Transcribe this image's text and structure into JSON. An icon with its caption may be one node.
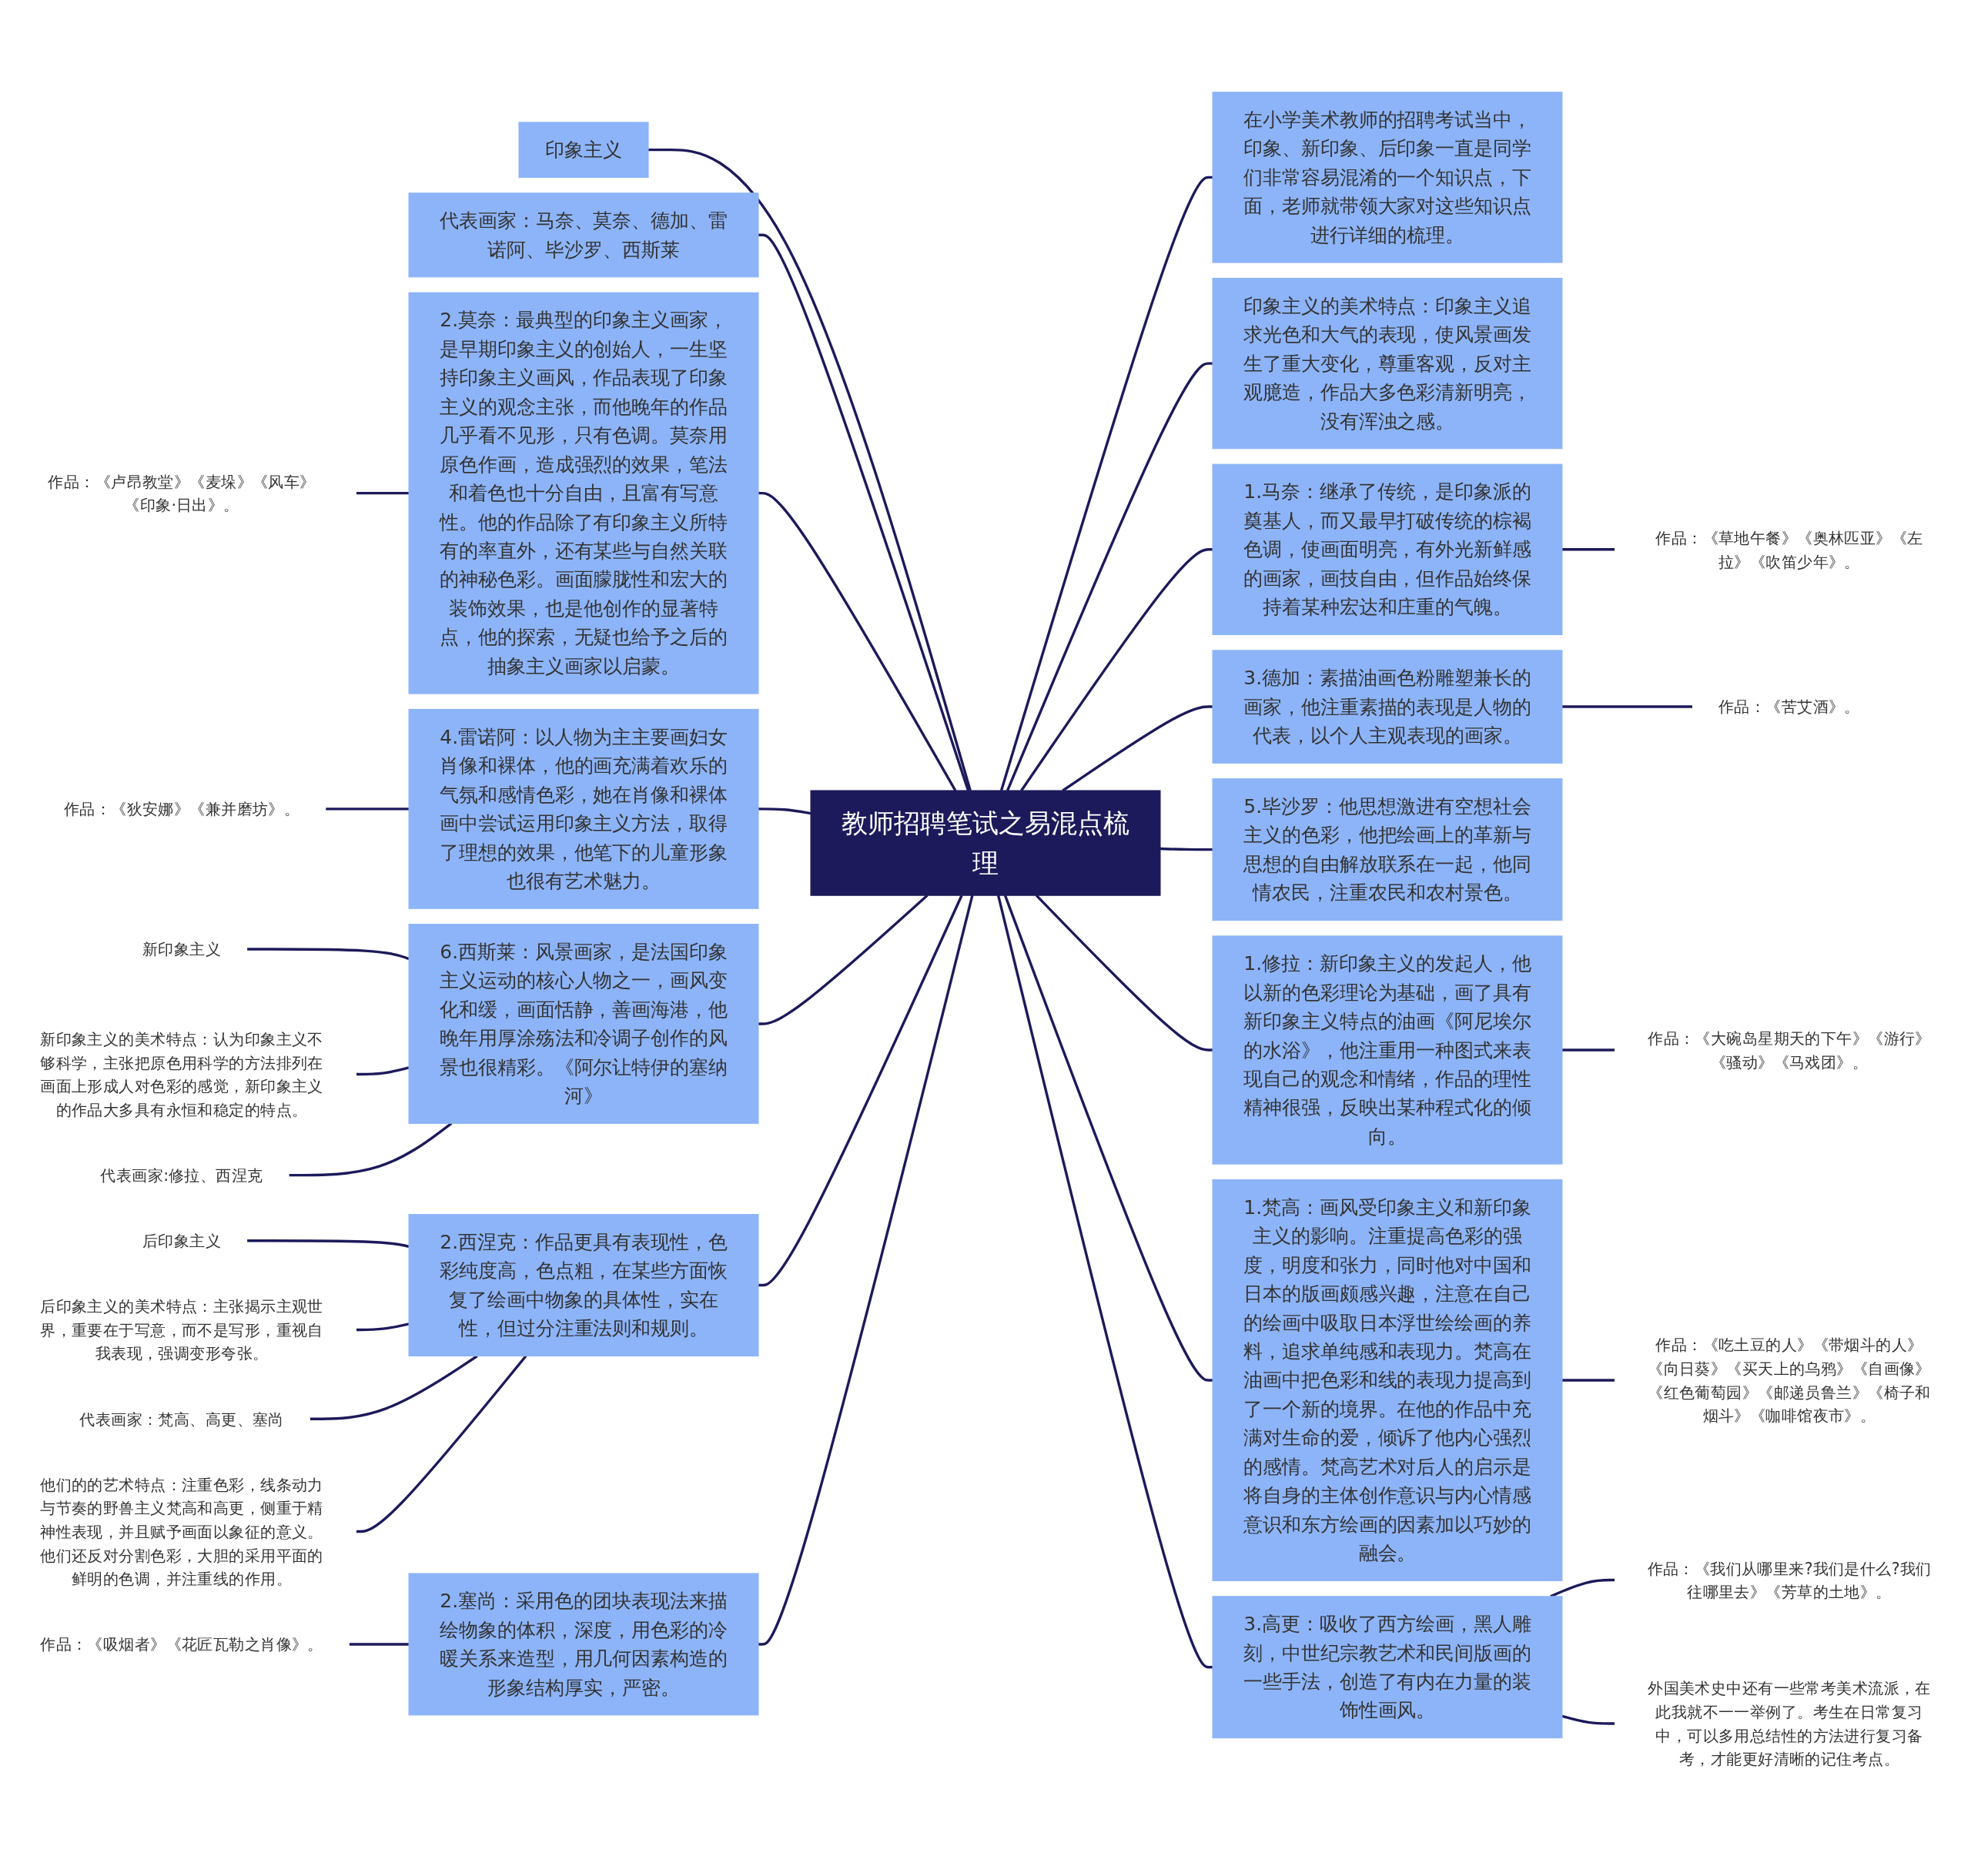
{
  "diagram": {
    "nodes": [
      {
        "text": [
          "教师招聘笔试之易混点梳理"
        ]
      },
      {
        "text": [
          "印象主义"
        ]
      },
      {
        "text": [
          "代表画家：马奈、莫奈、德加、雷诺阿、毕沙罗、西斯莱"
        ]
      },
      {
        "text": [
          "2.莫奈：最典型的印象主义画家，是早期印象主义的创始人，一生坚持印象主义画风，作品表现了印象主义的观念主张，而他晚年的作品几乎看不见形，只有色调。莫奈用原色作画，造成强烈的效果，笔法和着色也十分自由，且富有写意性。他的作品除了有印象主义所特有的率直外，还有某些与自然关联的神秘色彩。画面朦胧性和宏大的装饰效果，也是他创作的显著特点，他的探索，无疑也给予之后的抽象主义画家以启蒙。"
        ]
      },
      {
        "text": [
          "作品：《卢昂教堂》《麦垛》《风车》《印象·日出》。"
        ]
      },
      {
        "text": [
          "4.雷诺阿：以人物为主主要画妇女肖像和裸体，他的画充满着欢乐的气氛和感情色彩，她在肖像和裸体画中尝试运用印象主义方法，取得了理想的效果，他笔下的儿童形象也很有艺术魅力。"
        ]
      },
      {
        "text": [
          "作品：《狄安娜》《兼并磨坊》。"
        ]
      },
      {
        "text": [
          "6.西斯莱：风景画家，是法国印象主义运动的核心人物之一，画风变化和缓，画面恬静，善画海港，他晚年用厚涂殇法和冷调子创作的风景也很精彩。《阿尔让特伊的塞纳河》"
        ]
      },
      {
        "text": [
          "新印象主义"
        ]
      },
      {
        "text": [
          "新印象主义的美术特点：认为印象主义不够科学，主张把原色用科学的方法排列在画面上形成人对色彩的感觉，新印象主义的作品大多具有永恒和稳定的特点。"
        ]
      },
      {
        "text": [
          "代表画家:修拉、西涅克"
        ]
      },
      {
        "text": [
          "2.西涅克：作品更具有表现性，色彩纯度高，色点粗，在某些方面恢复了绘画中物象的具体性，实在性，但过分注重法则和规则。"
        ]
      },
      {
        "text": [
          "后印象主义"
        ]
      },
      {
        "text": [
          "后印象主义的美术特点：主张揭示主观世界，重要在于写意，而不是写形，重视自我表现，强调变形夸张。"
        ]
      },
      {
        "text": [
          "代表画家：梵高、高更、塞尚"
        ]
      },
      {
        "text": [
          "他们的的艺术特点：注重色彩，线条动力与节奏的野兽主义梵高和高更，侧重于精神性表现，并且赋予画面以象征的意义。他们还反对分割色彩，大胆的采用平面的鲜明的色调，并注重线的作用。"
        ]
      },
      {
        "text": [
          "2.塞尚：采用色的团块表现法来描绘物象的体积，深度，用色彩的冷暖关系来造型，用几何因素构造的形象结构厚实，严密。"
        ]
      },
      {
        "text": [
          "作品：《吸烟者》《花匠瓦勒之肖像》。"
        ]
      },
      {
        "text": [
          "在小学美术教师的招聘考试当中，印象、新印象、后印象一直是同学们非常容易混淆的一个知识点，下面，老师就带领大家对这些知识点进行详细的梳理。"
        ]
      },
      {
        "text": [
          "印象主义的美术特点：印象主义追求光色和大气的表现，使风景画发生了重大变化，尊重客观，反对主观臆造，作品大多色彩清新明亮，没有浑浊之感。"
        ]
      },
      {
        "text": [
          "1.马奈：继承了传统，是印象派的奠基人，而又最早打破传统的棕褐色调，使画面明亮，有外光新鲜感的画家，画技自由，但作品始终保持着某种宏达和庄重的气魄。"
        ]
      },
      {
        "text": [
          "作品：《草地午餐》《奥林匹亚》《左拉》《吹笛少年》。"
        ]
      },
      {
        "text": [
          "3.德加：素描油画色粉雕塑兼长的画家，他注重素描的表现是人物的代表，以个人主观表现的画家。"
        ]
      },
      {
        "text": [
          "作品：《苦艾酒》。"
        ]
      },
      {
        "text": [
          "5.毕沙罗：他思想激进有空想社会主义的色彩，他把绘画上的革新与思想的自由解放联系在一起，他同情农民，注重农民和农村景色。"
        ]
      },
      {
        "text": [
          "1.修拉：新印象主义的发起人，他以新的色彩理论为基础，画了具有新印象主义特点的油画《阿尼埃尔的水浴》，他注重用一种图式来表现自己的观念和情绪，作品的理性精神很强，反映出某种程式化的倾向。"
        ]
      },
      {
        "text": [
          "作品：《大碗岛星期天的下午》《游行》《骚动》《马戏团》。"
        ]
      },
      {
        "text": [
          "1.梵高：画风受印象主义和新印象主义的影响。注重提高色彩的强度，明度和张力，同时他对中国和日本的版画颇感兴趣，注意在自己的绘画中吸取日本浮世绘绘画的养料，追求单纯感和表现力。梵高在油画中把色彩和线的表现力提高到了一个新的境界。在他的作品中充满对生命的爱，倾诉了他内心强烈的感情。梵高艺术对后人的启示是将自身的主体创作意识与内心情感意识和东方绘画的因素加以巧妙的融会。"
        ]
      },
      {
        "text": [
          "作品：《吃土豆的人》《带烟斗的人》《向日葵》《买天上的乌鸦》《自画像》《红色葡萄园》《邮递员鲁兰》《椅子和烟斗》《咖啡馆夜市》。"
        ]
      },
      {
        "text": [
          "3.高更：吸收了西方绘画，黑人雕刻，中世纪宗教艺术和民间版画的一些手法，创造了有内在力量的装饰性画风。"
        ]
      },
      {
        "text": [
          "作品：《我们从哪里来?我们是什么?我们往哪里去》《芳草的土地》。"
        ]
      },
      {
        "text": [
          "外国美术史中还有一些常考美术流派，在此我就不一一举例了。考生在日常复习中，可以多用总结性的方法进行复习备考，才能更好清晰的记住考点。"
        ]
      }
    ],
    "edges": [
      {
        "from": 0,
        "to": 1,
        "arrow": "none"
      },
      {
        "from": 0,
        "to": 2,
        "arrow": "none"
      },
      {
        "from": 0,
        "to": 3,
        "arrow": "none"
      },
      {
        "from": 3,
        "to": 4,
        "arrow": "none"
      },
      {
        "from": 0,
        "to": 5,
        "arrow": "none"
      },
      {
        "from": 5,
        "to": 6,
        "arrow": "none"
      },
      {
        "from": 0,
        "to": 7,
        "arrow": "none"
      },
      {
        "from": 7,
        "to": 8,
        "arrow": "none"
      },
      {
        "from": 7,
        "to": 9,
        "arrow": "none"
      },
      {
        "from": 7,
        "to": 10,
        "arrow": "none"
      },
      {
        "from": 0,
        "to": 11,
        "arrow": "none"
      },
      {
        "from": 11,
        "to": 12,
        "arrow": "none"
      },
      {
        "from": 11,
        "to": 13,
        "arrow": "none"
      },
      {
        "from": 11,
        "to": 14,
        "arrow": "none"
      },
      {
        "from": 11,
        "to": 15,
        "arrow": "none"
      },
      {
        "from": 0,
        "to": 16,
        "arrow": "none"
      },
      {
        "from": 16,
        "to": 17,
        "arrow": "none"
      },
      {
        "from": 0,
        "to": 18,
        "arrow": "none"
      },
      {
        "from": 0,
        "to": 19,
        "arrow": "none"
      },
      {
        "from": 0,
        "to": 20,
        "arrow": "none"
      },
      {
        "from": 20,
        "to": 21,
        "arrow": "none"
      },
      {
        "from": 0,
        "to": 22,
        "arrow": "none"
      },
      {
        "from": 22,
        "to": 23,
        "arrow": "none"
      },
      {
        "from": 0,
        "to": 24,
        "arrow": "none"
      },
      {
        "from": 0,
        "to": 25,
        "arrow": "none"
      },
      {
        "from": 25,
        "to": 26,
        "arrow": "none"
      },
      {
        "from": 0,
        "to": 27,
        "arrow": "none"
      },
      {
        "from": 27,
        "to": 28,
        "arrow": "none"
      },
      {
        "from": 0,
        "to": 29,
        "arrow": "none"
      },
      {
        "from": 29,
        "to": 30,
        "arrow": "none"
      },
      {
        "from": 29,
        "to": 31,
        "arrow": "none"
      }
    ]
  }
}
